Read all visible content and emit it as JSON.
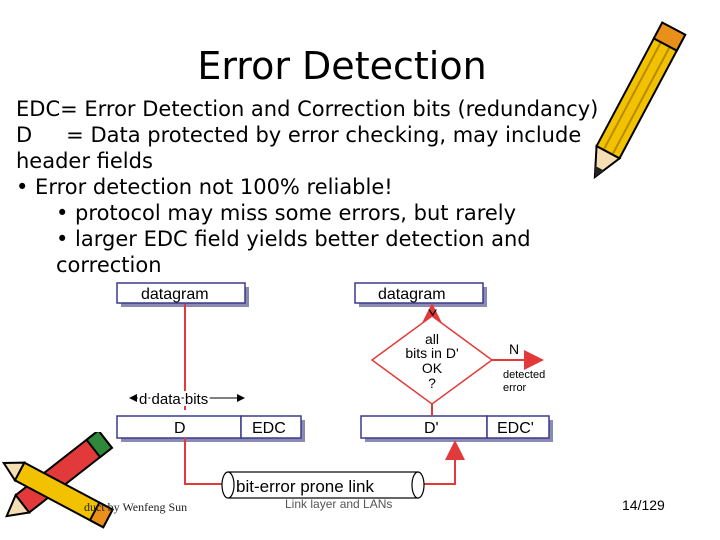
{
  "slide": {
    "title": "Error Detection",
    "lines": [
      "EDC= Error Detection and Correction bits (redundancy)",
      "= Data protected by error checking, may include",
      "header fields",
      "• Error detection not 100% reliable!",
      "• protocol may miss some errors, but rarely",
      "• larger EDC field yields better detection and",
      "correction"
    ],
    "d_label": "D"
  },
  "diagram": {
    "left_datagram": "datagram",
    "right_datagram": "datagram",
    "y_label": "Y",
    "decision_lines": [
      "all",
      "bits in D'",
      "OK",
      "?"
    ],
    "n_label": "N",
    "detected_error_lines": [
      "detected",
      "error"
    ],
    "d_data_bits": "d data bits",
    "d_cell": "D",
    "edc_cell": "EDC",
    "d_prime_cell": "D'",
    "edc_prime_cell": "EDC'",
    "link_label": "bit-error prone link"
  },
  "footer": {
    "left": "duct by Wenfeng Sun",
    "middle": "Link layer and LANs",
    "page": "14/129"
  },
  "colors": {
    "arrow": "#e23a3a",
    "box_border": "#3a3a8a",
    "box_shadow": "#8a8ab4",
    "pencil_yellow": "#f2c200",
    "pencil_orange": "#e8901a"
  }
}
